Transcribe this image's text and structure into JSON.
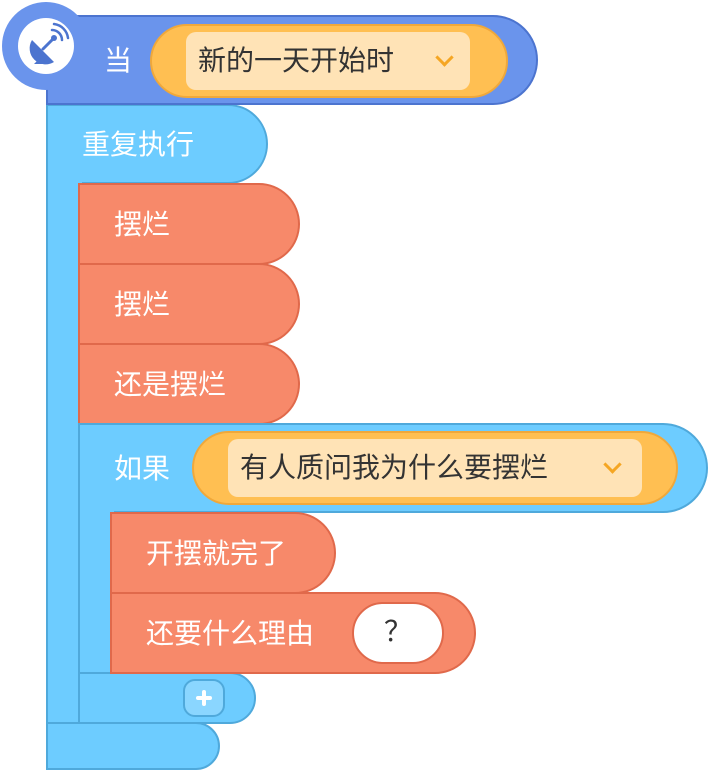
{
  "hat_block": {
    "label": "当",
    "event_dropdown": {
      "value": "新的一天开始时",
      "icon": "chevron-down-icon"
    },
    "icon": "satellite-dish-icon"
  },
  "repeat_block": {
    "label": "重复执行",
    "add_icon": "plus-icon"
  },
  "action_blocks": [
    {
      "label": "摆烂"
    },
    {
      "label": "摆烂"
    },
    {
      "label": "还是摆烂"
    }
  ],
  "if_block": {
    "label": "如果",
    "condition_dropdown": {
      "value": "有人质问我为什么要摆烂",
      "icon": "chevron-down-icon"
    }
  },
  "inner_blocks": [
    {
      "label": "开摆就完了"
    },
    {
      "label": "还要什么理由",
      "input_value": "？"
    }
  ],
  "colors": {
    "hat": "#6A94EC",
    "control": "#6DCCFF",
    "action": "#F7896A",
    "reporter": "#FFBF52",
    "reporter_inner": "#FFE3B6"
  }
}
